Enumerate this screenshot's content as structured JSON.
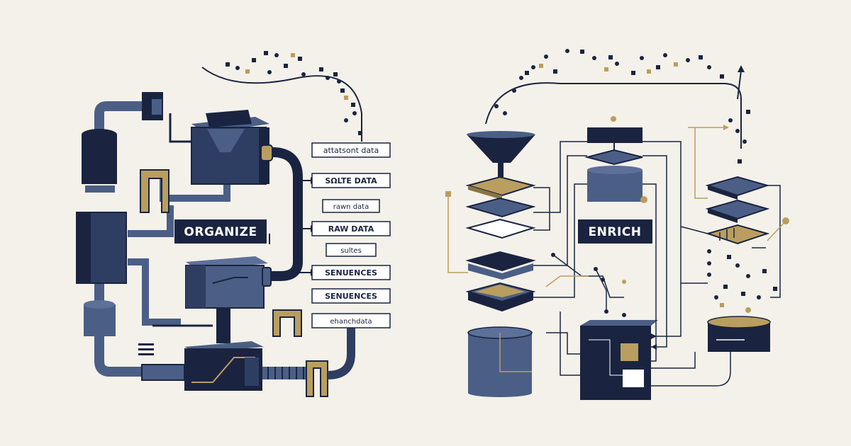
{
  "colors": {
    "background": "#f4f1ea",
    "navy": "#1a2440",
    "slate": "#4b5f86",
    "gold": "#b99e5f",
    "line": "#1a2440",
    "label_bg": "#ffffff"
  },
  "organize": {
    "title": "ORGANIZE",
    "data_labels": [
      "attatsont data",
      "SΩLTE DATA",
      "rawn data",
      "RAW DATA",
      "sultes",
      "SENUENCES",
      "SENUENCES",
      "ehanchdata"
    ]
  },
  "enrich": {
    "title": "ENRICH"
  }
}
